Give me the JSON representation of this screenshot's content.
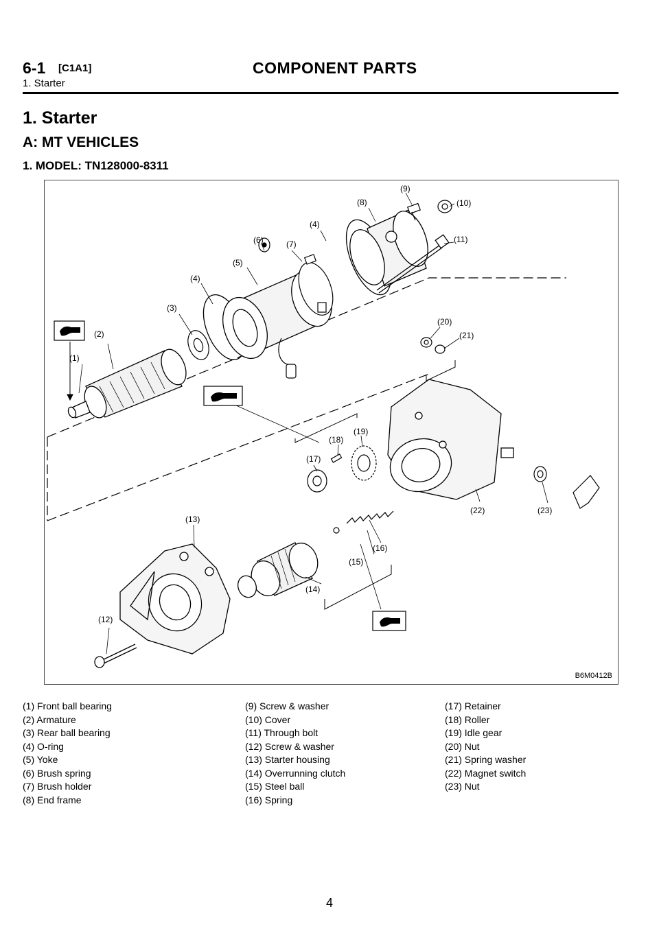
{
  "header": {
    "section_number": "6-1",
    "section_code": "[C1A1]",
    "title": "COMPONENT PARTS",
    "subtitle": "1. Starter"
  },
  "heading": "1. Starter",
  "subheading": "A: MT VEHICLES",
  "model_heading": "1. MODEL: TN128000-8311",
  "figure": {
    "code": "B6M0412B",
    "callouts": [
      "(1)",
      "(2)",
      "(3)",
      "(4)",
      "(5)",
      "(6)",
      "(7)",
      "(8)",
      "(9)",
      "(10)",
      "(11)",
      "(12)",
      "(13)",
      "(14)",
      "(15)",
      "(16)",
      "(17)",
      "(18)",
      "(19)",
      "(20)",
      "(21)",
      "(22)",
      "(23)"
    ],
    "grease_icon": "grease-icon"
  },
  "legend": {
    "col1": [
      "(1) Front ball bearing",
      "(2) Armature",
      "(3) Rear ball bearing",
      "(4) O-ring",
      "(5) Yoke",
      "(6) Brush spring",
      "(7) Brush holder",
      "(8) End frame"
    ],
    "col2": [
      "(9) Screw & washer",
      "(10) Cover",
      "(11) Through bolt",
      "(12) Screw & washer",
      "(13) Starter housing",
      "(14) Overrunning clutch",
      "(15) Steel ball",
      "(16) Spring"
    ],
    "col3": [
      "(17) Retainer",
      "(18) Roller",
      "(19) Idle gear",
      "(20) Nut",
      "(21) Spring washer",
      "(22) Magnet switch",
      "(23) Nut"
    ]
  },
  "page_number": "4"
}
